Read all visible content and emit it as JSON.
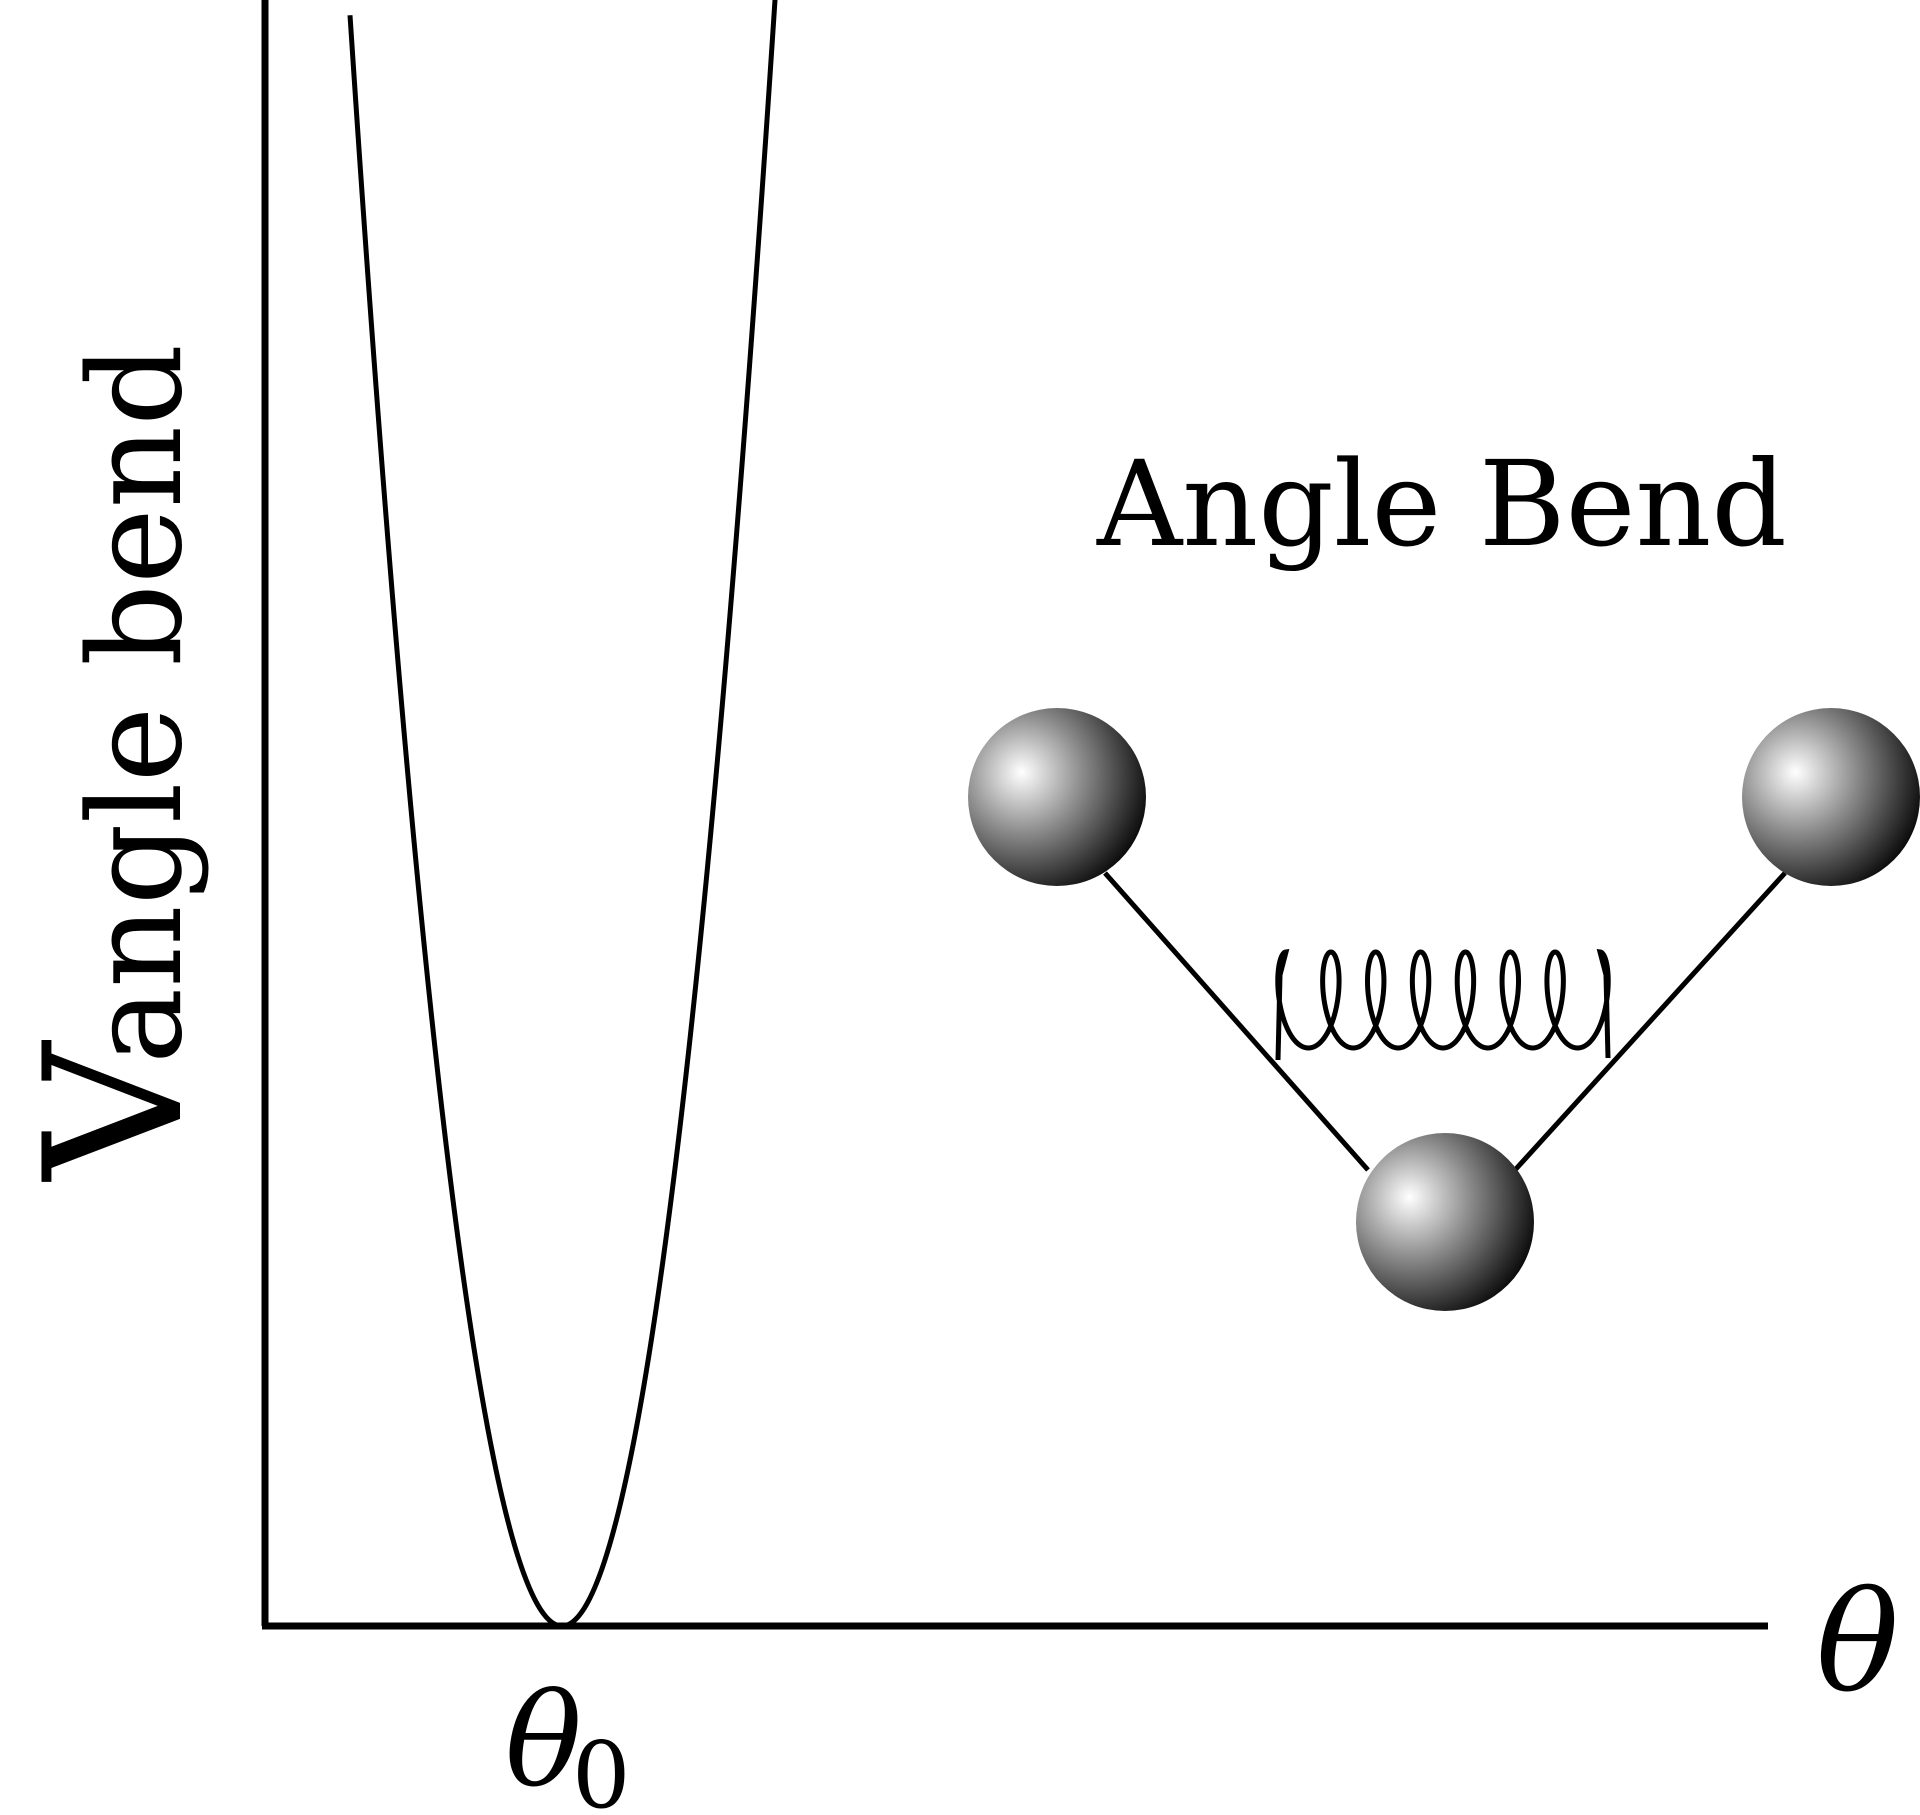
{
  "title": "Angle Bend",
  "axes": {
    "y_label_main": "V",
    "y_label_sub": "angle bend",
    "x_label": "θ",
    "x_tick_main": "θ",
    "x_tick_sub": "0"
  },
  "colors": {
    "ink": "#000000",
    "background": "#ffffff",
    "sphere_highlight": "#ffffff",
    "sphere_mid": "#8a8a8a",
    "sphere_shadow": "#000000"
  },
  "diagram": {
    "curve_shape": "parabola",
    "atoms": 3,
    "bonds": 2,
    "spring_loops": 7
  }
}
